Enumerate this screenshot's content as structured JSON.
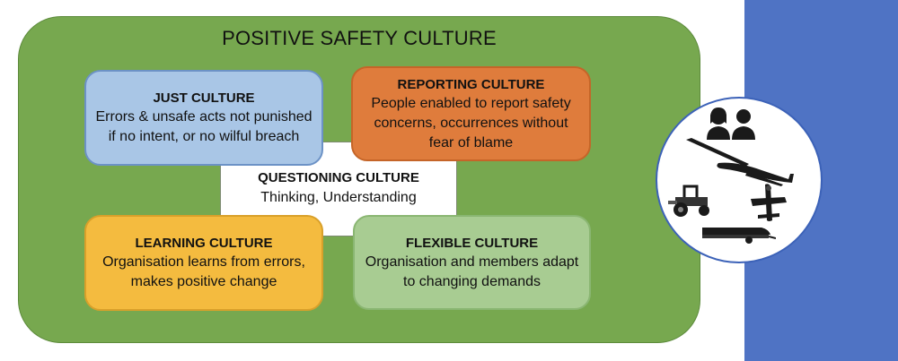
{
  "title": "POSITIVE SAFETY CULTURE",
  "center": {
    "title": "QUESTIONING CULTURE",
    "desc": "Thinking, Understanding"
  },
  "cards": [
    {
      "title": "JUST CULTURE",
      "desc": "Errors & unsafe acts not punished if no intent, or no wilful breach"
    },
    {
      "title": "REPORTING CULTURE",
      "desc": "People enabled to report safety concerns, occurrences without fear of blame"
    },
    {
      "title": "LEARNING CULTURE",
      "desc": "Organisation learns from errors, makes positive change"
    },
    {
      "title": "FLEXIBLE CULTURE",
      "desc": "Organisation and members adapt to changing demands"
    }
  ],
  "colors": {
    "frame": "#77a84f",
    "just": "#a9c6e6",
    "reporting": "#df7c3c",
    "learning": "#f4bb3f",
    "flexible": "#a8cc92",
    "band": "#4f73c4"
  },
  "icons": [
    "people-icon",
    "glider-icon",
    "tractor-icon",
    "aircraft-icon",
    "trailer-icon"
  ]
}
